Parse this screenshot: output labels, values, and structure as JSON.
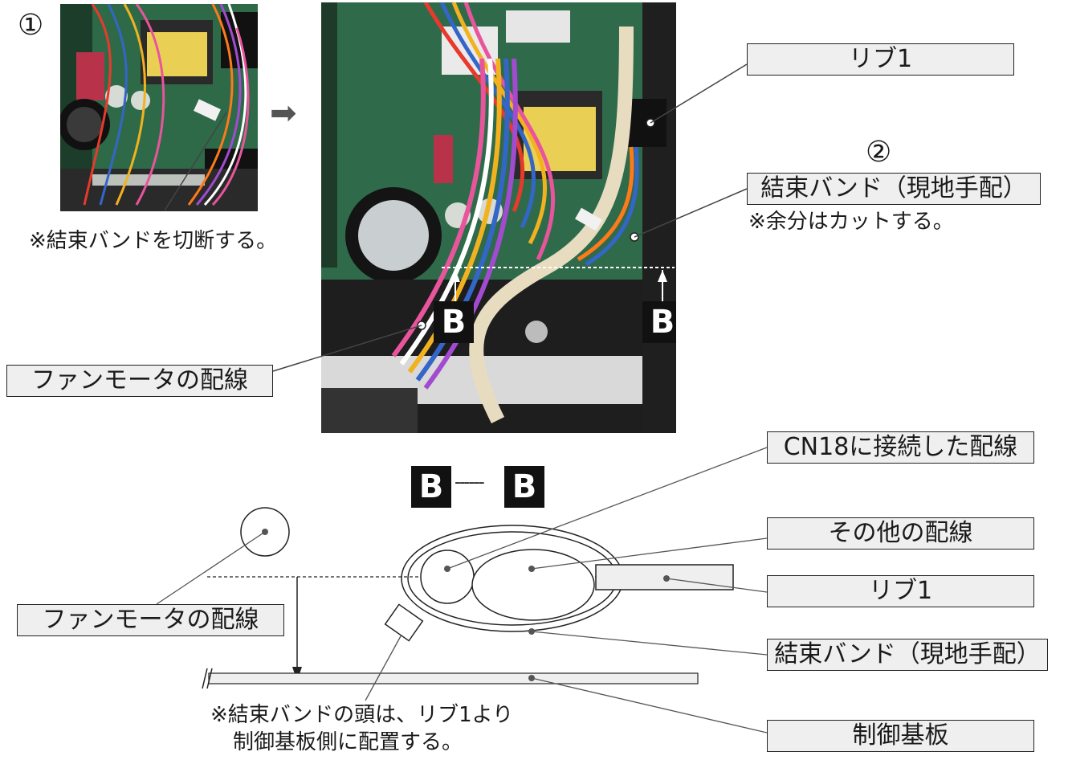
{
  "photo1": {
    "step_marker": "①",
    "note": "※結束バンドを切断する。"
  },
  "arrow_glyph": "➡",
  "photo2": {
    "section_marker_left": "B",
    "section_marker_right": "B"
  },
  "callouts": {
    "rib1_top": "リブ1",
    "step2_marker": "②",
    "cable_tie_top": "結束バンド（現地手配）",
    "cable_tie_note": "※余分はカットする。",
    "fan_motor_wiring_top": "ファンモータの配線"
  },
  "section": {
    "title_left": "B",
    "title_dash": "------",
    "title_right": "B",
    "cn18_wiring": "CN18に接続した配線",
    "other_wiring": "その他の配線",
    "rib1": "リブ1",
    "cable_tie": "結束バンド（現地手配）",
    "fan_motor_wiring": "ファンモータの配線",
    "control_board": "制御基板",
    "tie_head_note_line1": "※結束バンドの頭は、リブ1より",
    "tie_head_note_line2": "制御基板側に配置する。"
  },
  "colors": {
    "label_fill": "#efefef",
    "marker_fill": "#111111",
    "pcb_green": "#2f6b4a",
    "ribbon_cream": "#e8dcc0"
  }
}
